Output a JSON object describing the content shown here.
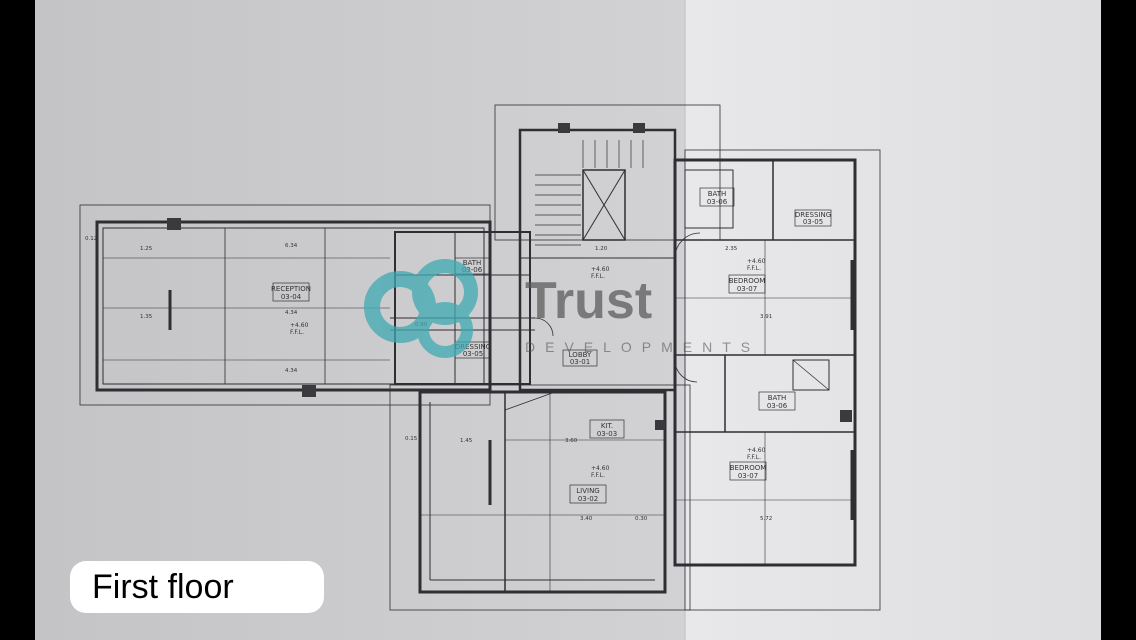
{
  "caption": "First floor",
  "watermark": {
    "name": "Trust",
    "sub": "DEVELOPMENTS"
  },
  "colors": {
    "paper_left": "#c8c8ca",
    "paper_right": "#e6e6e8",
    "ink": "#2f2f33",
    "watermark_teal": "#3fa9b3",
    "watermark_gray": "#555555",
    "badge_bg": "#ffffff"
  },
  "rooms": [
    {
      "name": "RECEPTION",
      "code": "03-04"
    },
    {
      "name": "BATH",
      "code": "03-06"
    },
    {
      "name": "DRESSING",
      "code": "03-05"
    },
    {
      "name": "LOBBY",
      "code": "03-01"
    },
    {
      "name": "KIT.",
      "code": "03-03"
    },
    {
      "name": "LIVING",
      "code": "03-02"
    },
    {
      "name": "BATH",
      "code": "03-06"
    },
    {
      "name": "DRESSING",
      "code": "03-05"
    },
    {
      "name": "BEDROOM",
      "code": "03-07"
    },
    {
      "name": "BATH",
      "code": "03-06"
    },
    {
      "name": "BEDROOM",
      "code": "03-07"
    }
  ],
  "levels": {
    "value": "+4.60",
    "ffl": "F.F.L."
  },
  "dimensions": [
    "6.34",
    "4.34",
    "4.34",
    "1.25",
    "1.35",
    "1.45",
    "3.40",
    "3.60",
    "5.72",
    "2.35",
    "3.91",
    "1.20",
    "0.90",
    "0.30",
    "0.12",
    "0.15"
  ]
}
